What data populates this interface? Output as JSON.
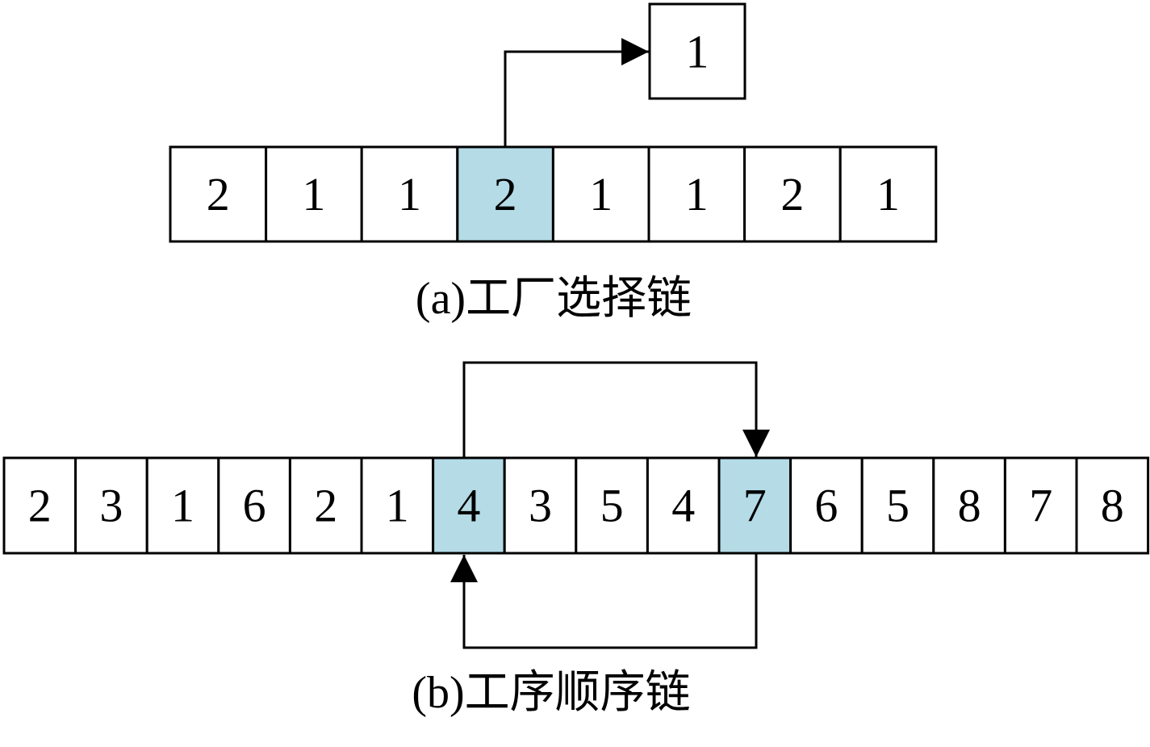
{
  "colors": {
    "highlight": "#b4dbe6",
    "stroke": "#000000",
    "background": "#ffffff"
  },
  "factory_chain": {
    "cells": [
      "2",
      "1",
      "1",
      "2",
      "1",
      "1",
      "2",
      "1"
    ],
    "highlighted": [
      3
    ],
    "output_value": "1",
    "caption": "(a)工厂选择链"
  },
  "operation_chain": {
    "cells": [
      "2",
      "3",
      "1",
      "6",
      "2",
      "1",
      "4",
      "3",
      "5",
      "4",
      "7",
      "6",
      "5",
      "8",
      "7",
      "8"
    ],
    "highlighted": [
      6,
      10
    ],
    "caption": "(b)工序顺序链"
  }
}
